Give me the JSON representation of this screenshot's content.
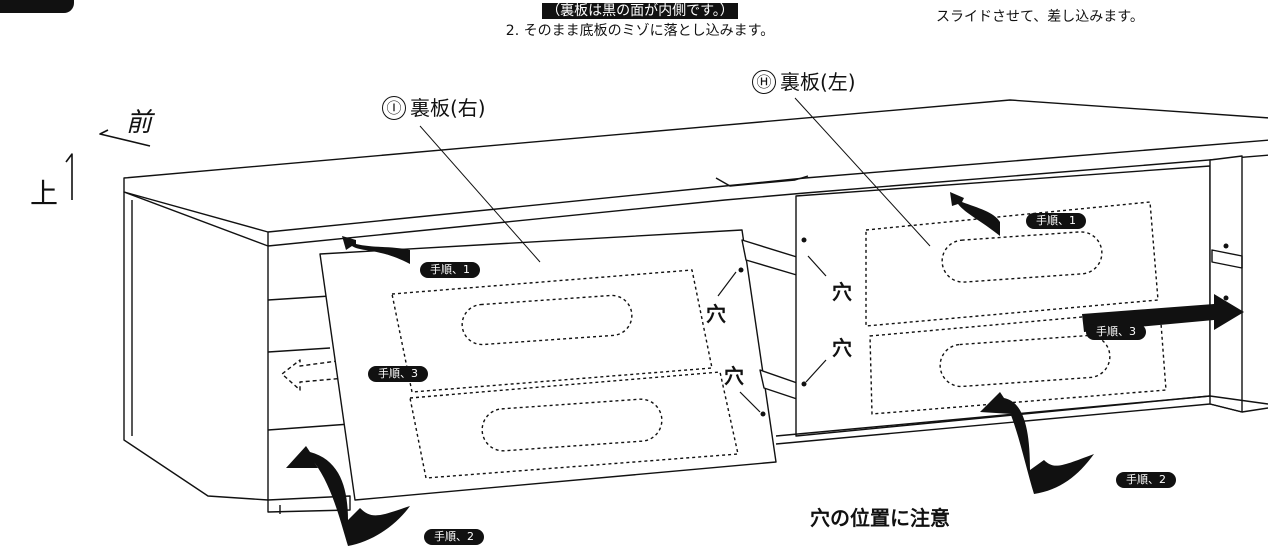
{
  "header": {
    "highlight_note": "（裏板は黒の面が内側です。）",
    "step2_text": "2. そのまま底板のミゾに落とし込みます。",
    "right_note": "スライドさせて、差し込みます。"
  },
  "directions": {
    "front": "前",
    "up": "上"
  },
  "panels": {
    "right": {
      "marker": "Ⓘ",
      "label": "裏板(右)"
    },
    "left": {
      "marker": "Ⓗ",
      "label": "裏板(左)"
    }
  },
  "steps": {
    "step1_left": "手順、1",
    "step1_right": "手順、1",
    "step3_left": "手順、3",
    "step3_right": "手順、3",
    "step2_left": "手順、2",
    "step2_right": "手順、2"
  },
  "holes": {
    "a": "穴",
    "b": "穴",
    "c": "穴",
    "d": "穴"
  },
  "caution": "穴の位置に注意"
}
